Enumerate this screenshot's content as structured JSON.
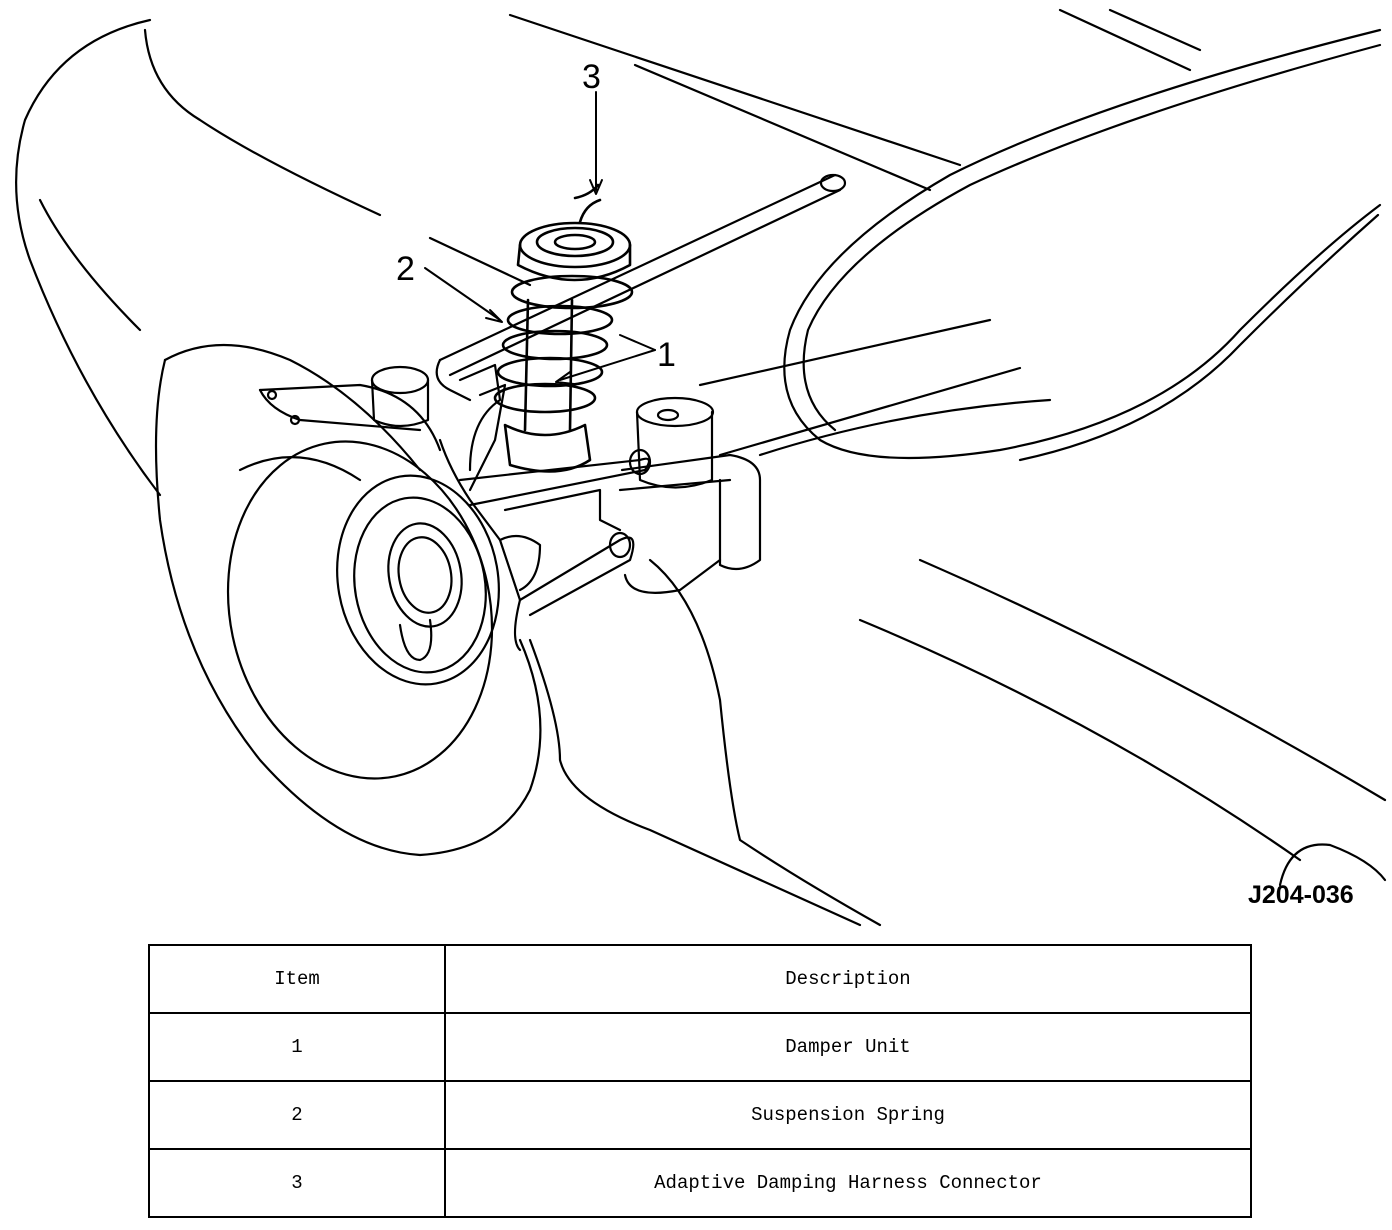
{
  "figure": {
    "id": "J204-036",
    "callouts": [
      "3",
      "2",
      "1"
    ]
  },
  "table": {
    "headers": [
      "Item",
      "Description"
    ],
    "rows": [
      {
        "item": "1",
        "description": "Damper Unit"
      },
      {
        "item": "2",
        "description": "Suspension Spring"
      },
      {
        "item": "3",
        "description": "Adaptive Damping Harness Connector"
      }
    ]
  }
}
